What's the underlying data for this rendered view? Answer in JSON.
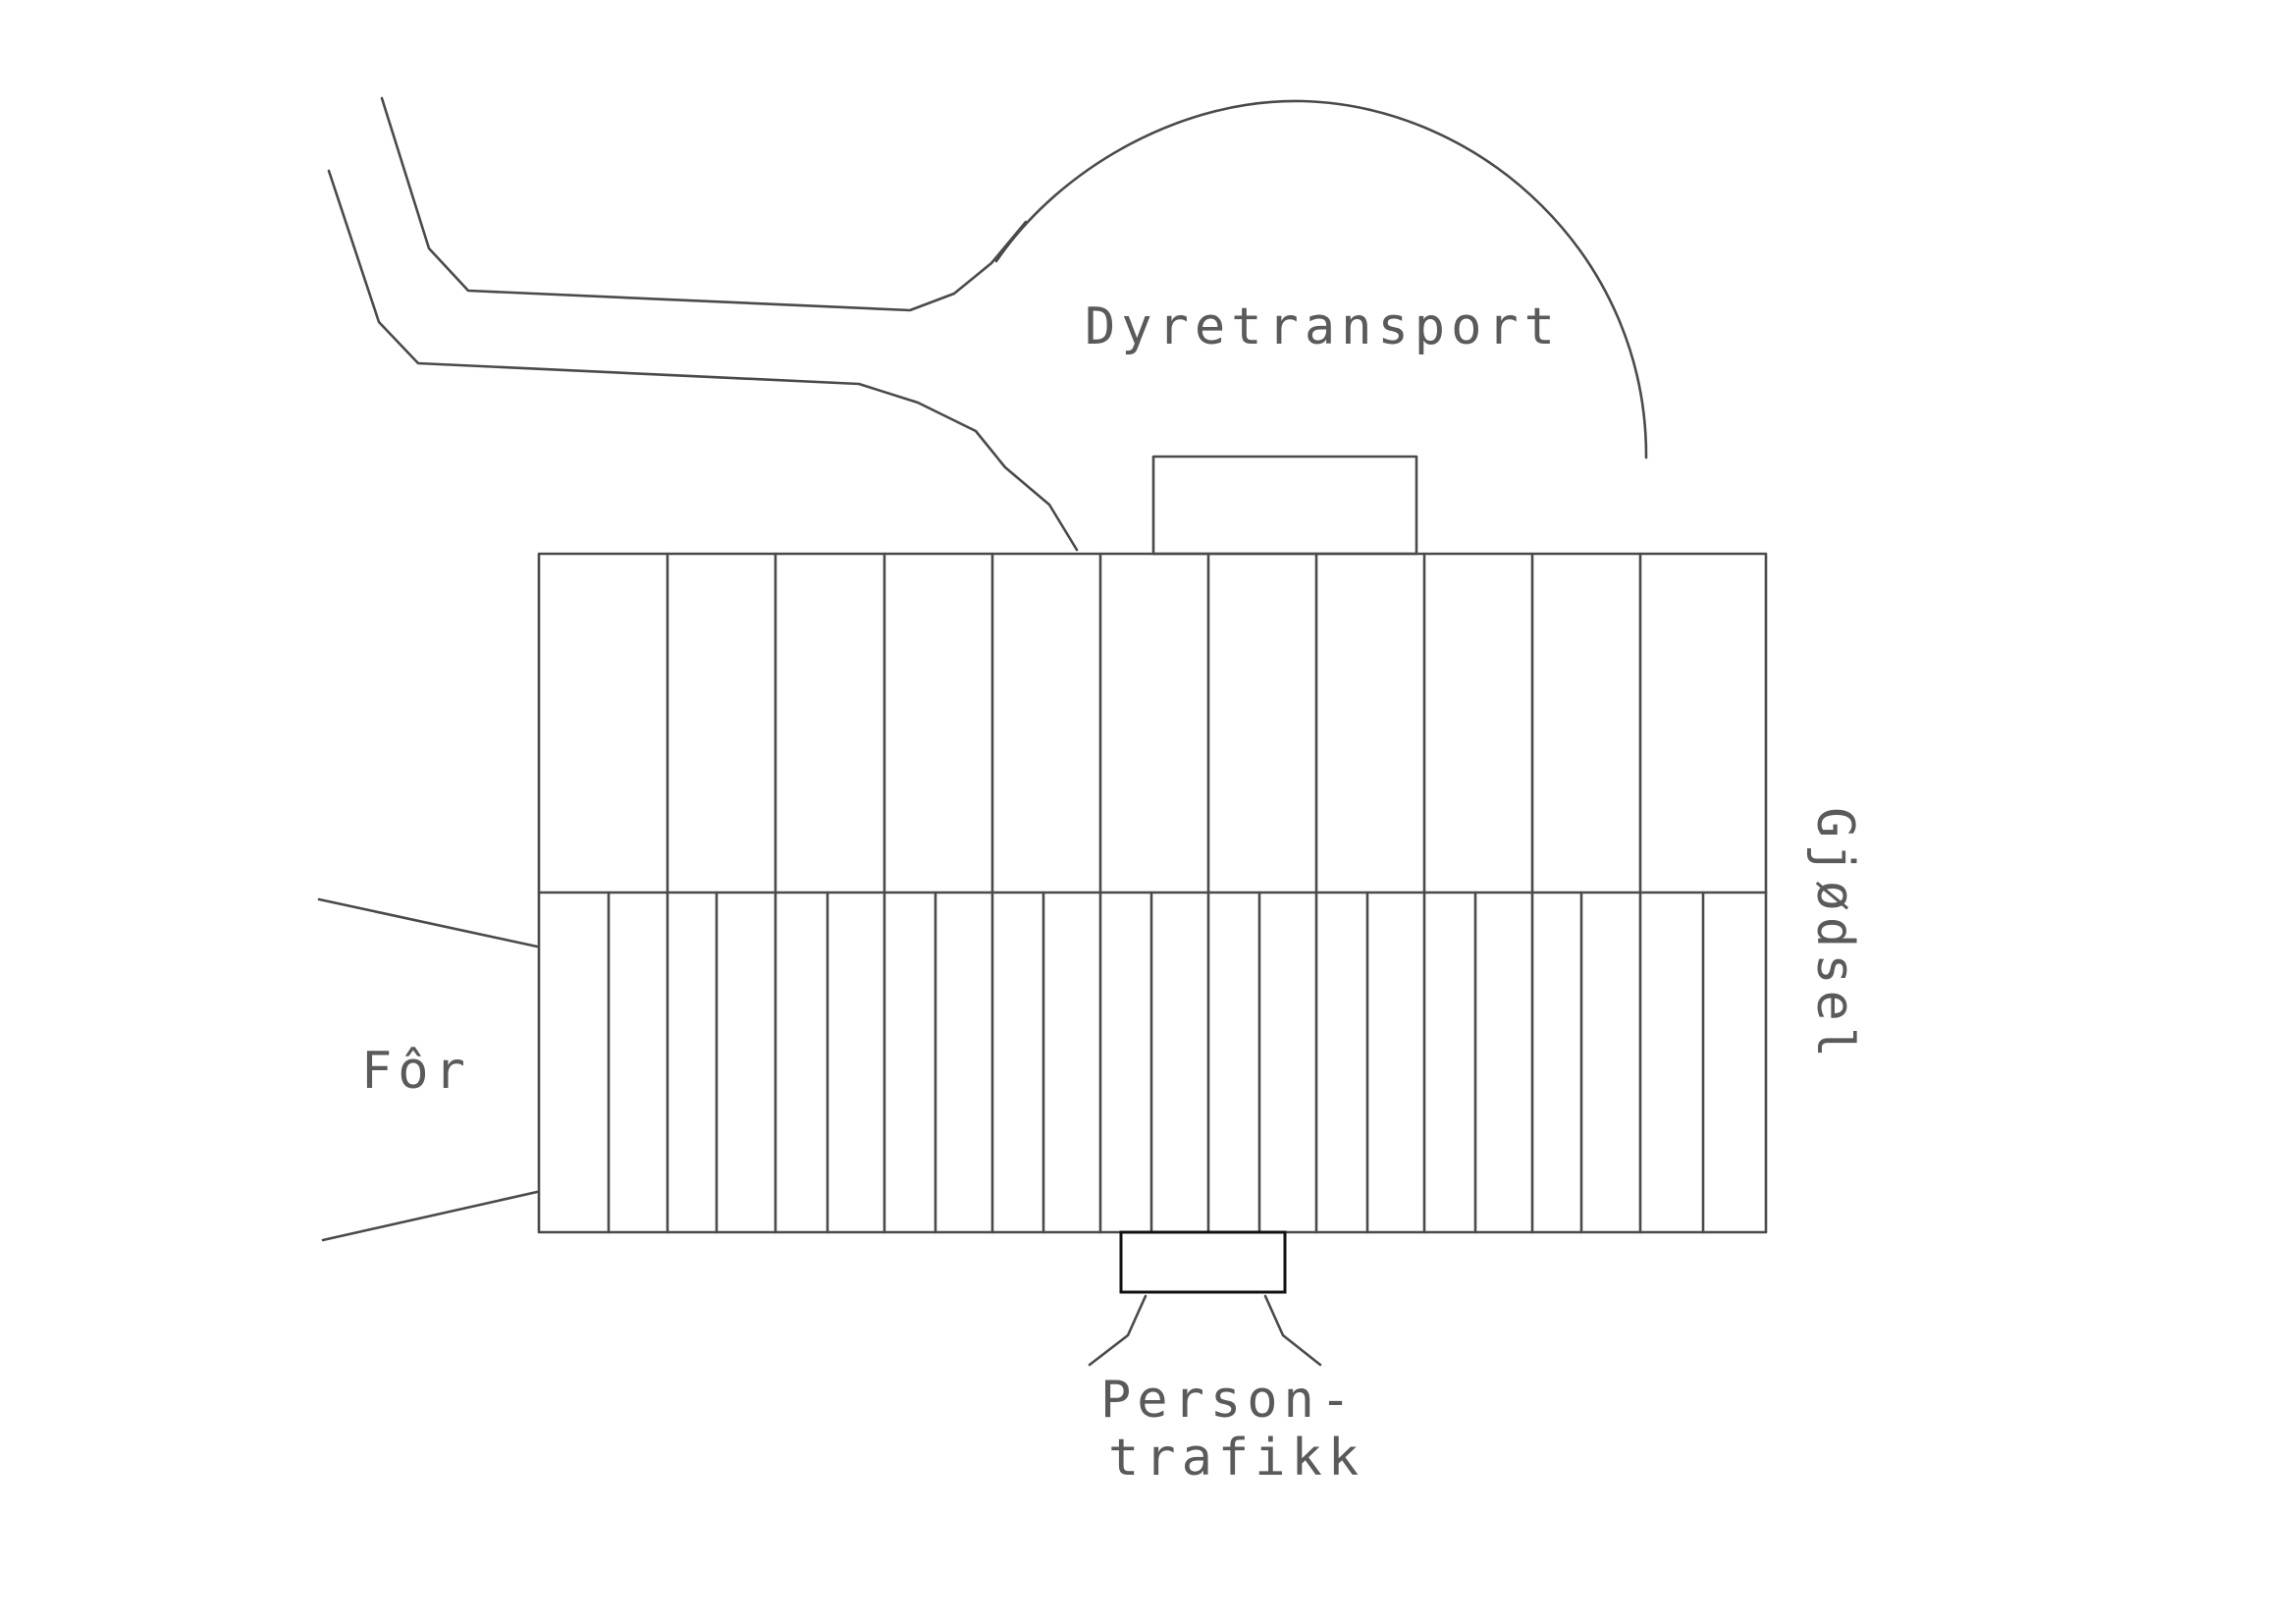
{
  "labels": {
    "animal_transport": "Dyretransport",
    "manure": "Gjødsel",
    "feed": "Fôr",
    "person_traffic_line1": "Person-",
    "person_traffic_line2": "trafikk"
  },
  "colors": {
    "line": "#4a4a4a",
    "text": "#5a5a5a",
    "background": "#ffffff"
  }
}
